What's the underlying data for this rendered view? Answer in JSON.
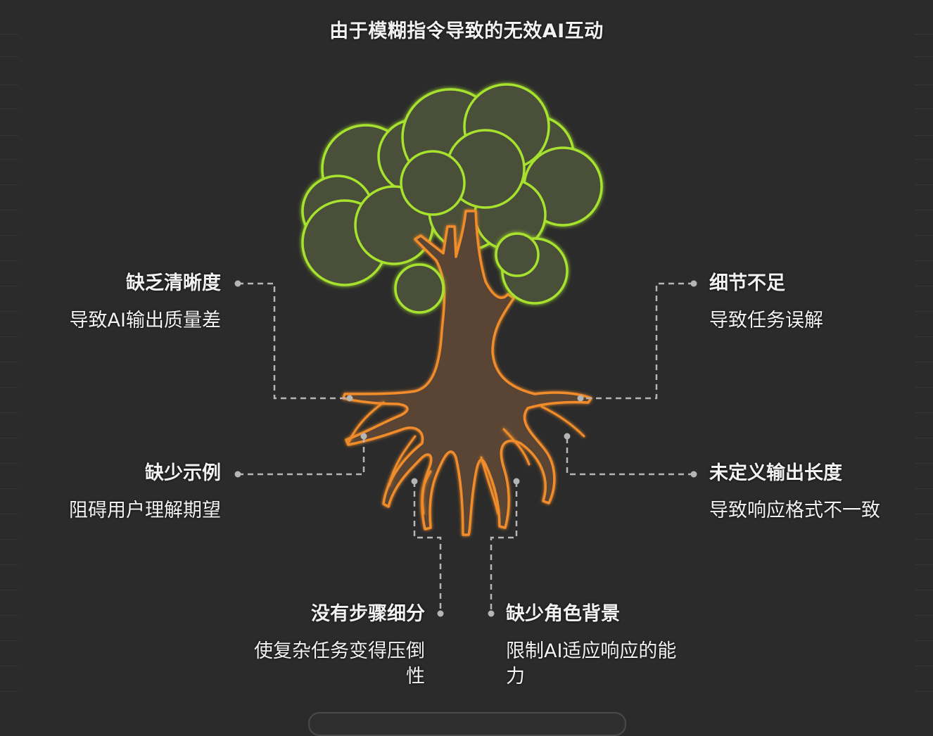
{
  "title": "由于模糊指令导致的无效AI互动",
  "causes": [
    {
      "title": "缺乏清晰度",
      "desc": "导致AI输出质量差"
    },
    {
      "title": "细节不足",
      "desc": "导致任务误解"
    },
    {
      "title": "缺少示例",
      "desc": "阻碍用户理解期望"
    },
    {
      "title": "未定义输出长度",
      "desc": "导致响应格式不一致"
    },
    {
      "title": "没有步骤细分",
      "desc": "使复杂任务变得压倒性"
    },
    {
      "title": "缺少角色背景",
      "desc": "限制AI适应响应的能力"
    }
  ],
  "colors": {
    "background": "#2b2b2b",
    "canopy_fill": "#4a5038",
    "canopy_stroke": "#a6e22e",
    "trunk_fill": "#5a4535",
    "trunk_stroke": "#f08c2c",
    "connector": "#b5b5b5"
  }
}
